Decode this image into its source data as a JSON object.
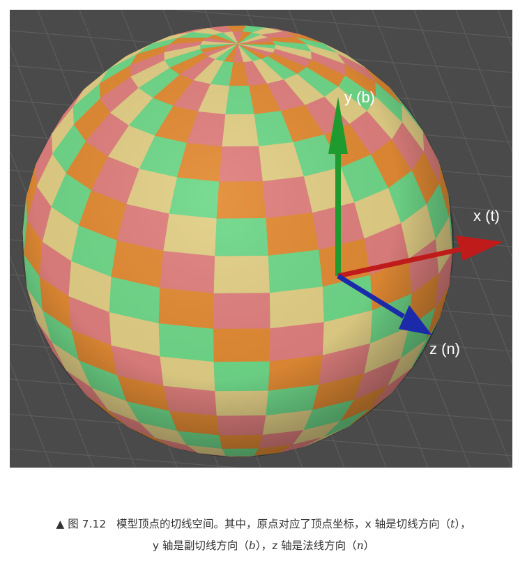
{
  "figure": {
    "axes": {
      "y_label": "y (b)",
      "x_label": "x (t)",
      "z_label": "z (n)"
    },
    "colors": {
      "background": "#4a4a4a",
      "grid": "#5c5c5c",
      "tile_colors": [
        "#e0807e",
        "#e2cf86",
        "#6fd889",
        "#e38b34"
      ],
      "y_axis": "#1f9a2e",
      "x_axis": "#c01b1b",
      "z_axis": "#1a2aa8"
    }
  },
  "caption": {
    "marker": "▲",
    "figure_number": "图 7.12",
    "line1_text": "模型顶点的切线空间。其中，原点对应了顶点坐标，x 轴是切线方向（",
    "t_symbol": "t",
    "line1_end": "），",
    "line2_text": "y 轴是副切线方向（",
    "b_symbol": "b",
    "line2_mid": "），z 轴是法线方向（",
    "n_symbol": "n",
    "line2_end": "）"
  }
}
